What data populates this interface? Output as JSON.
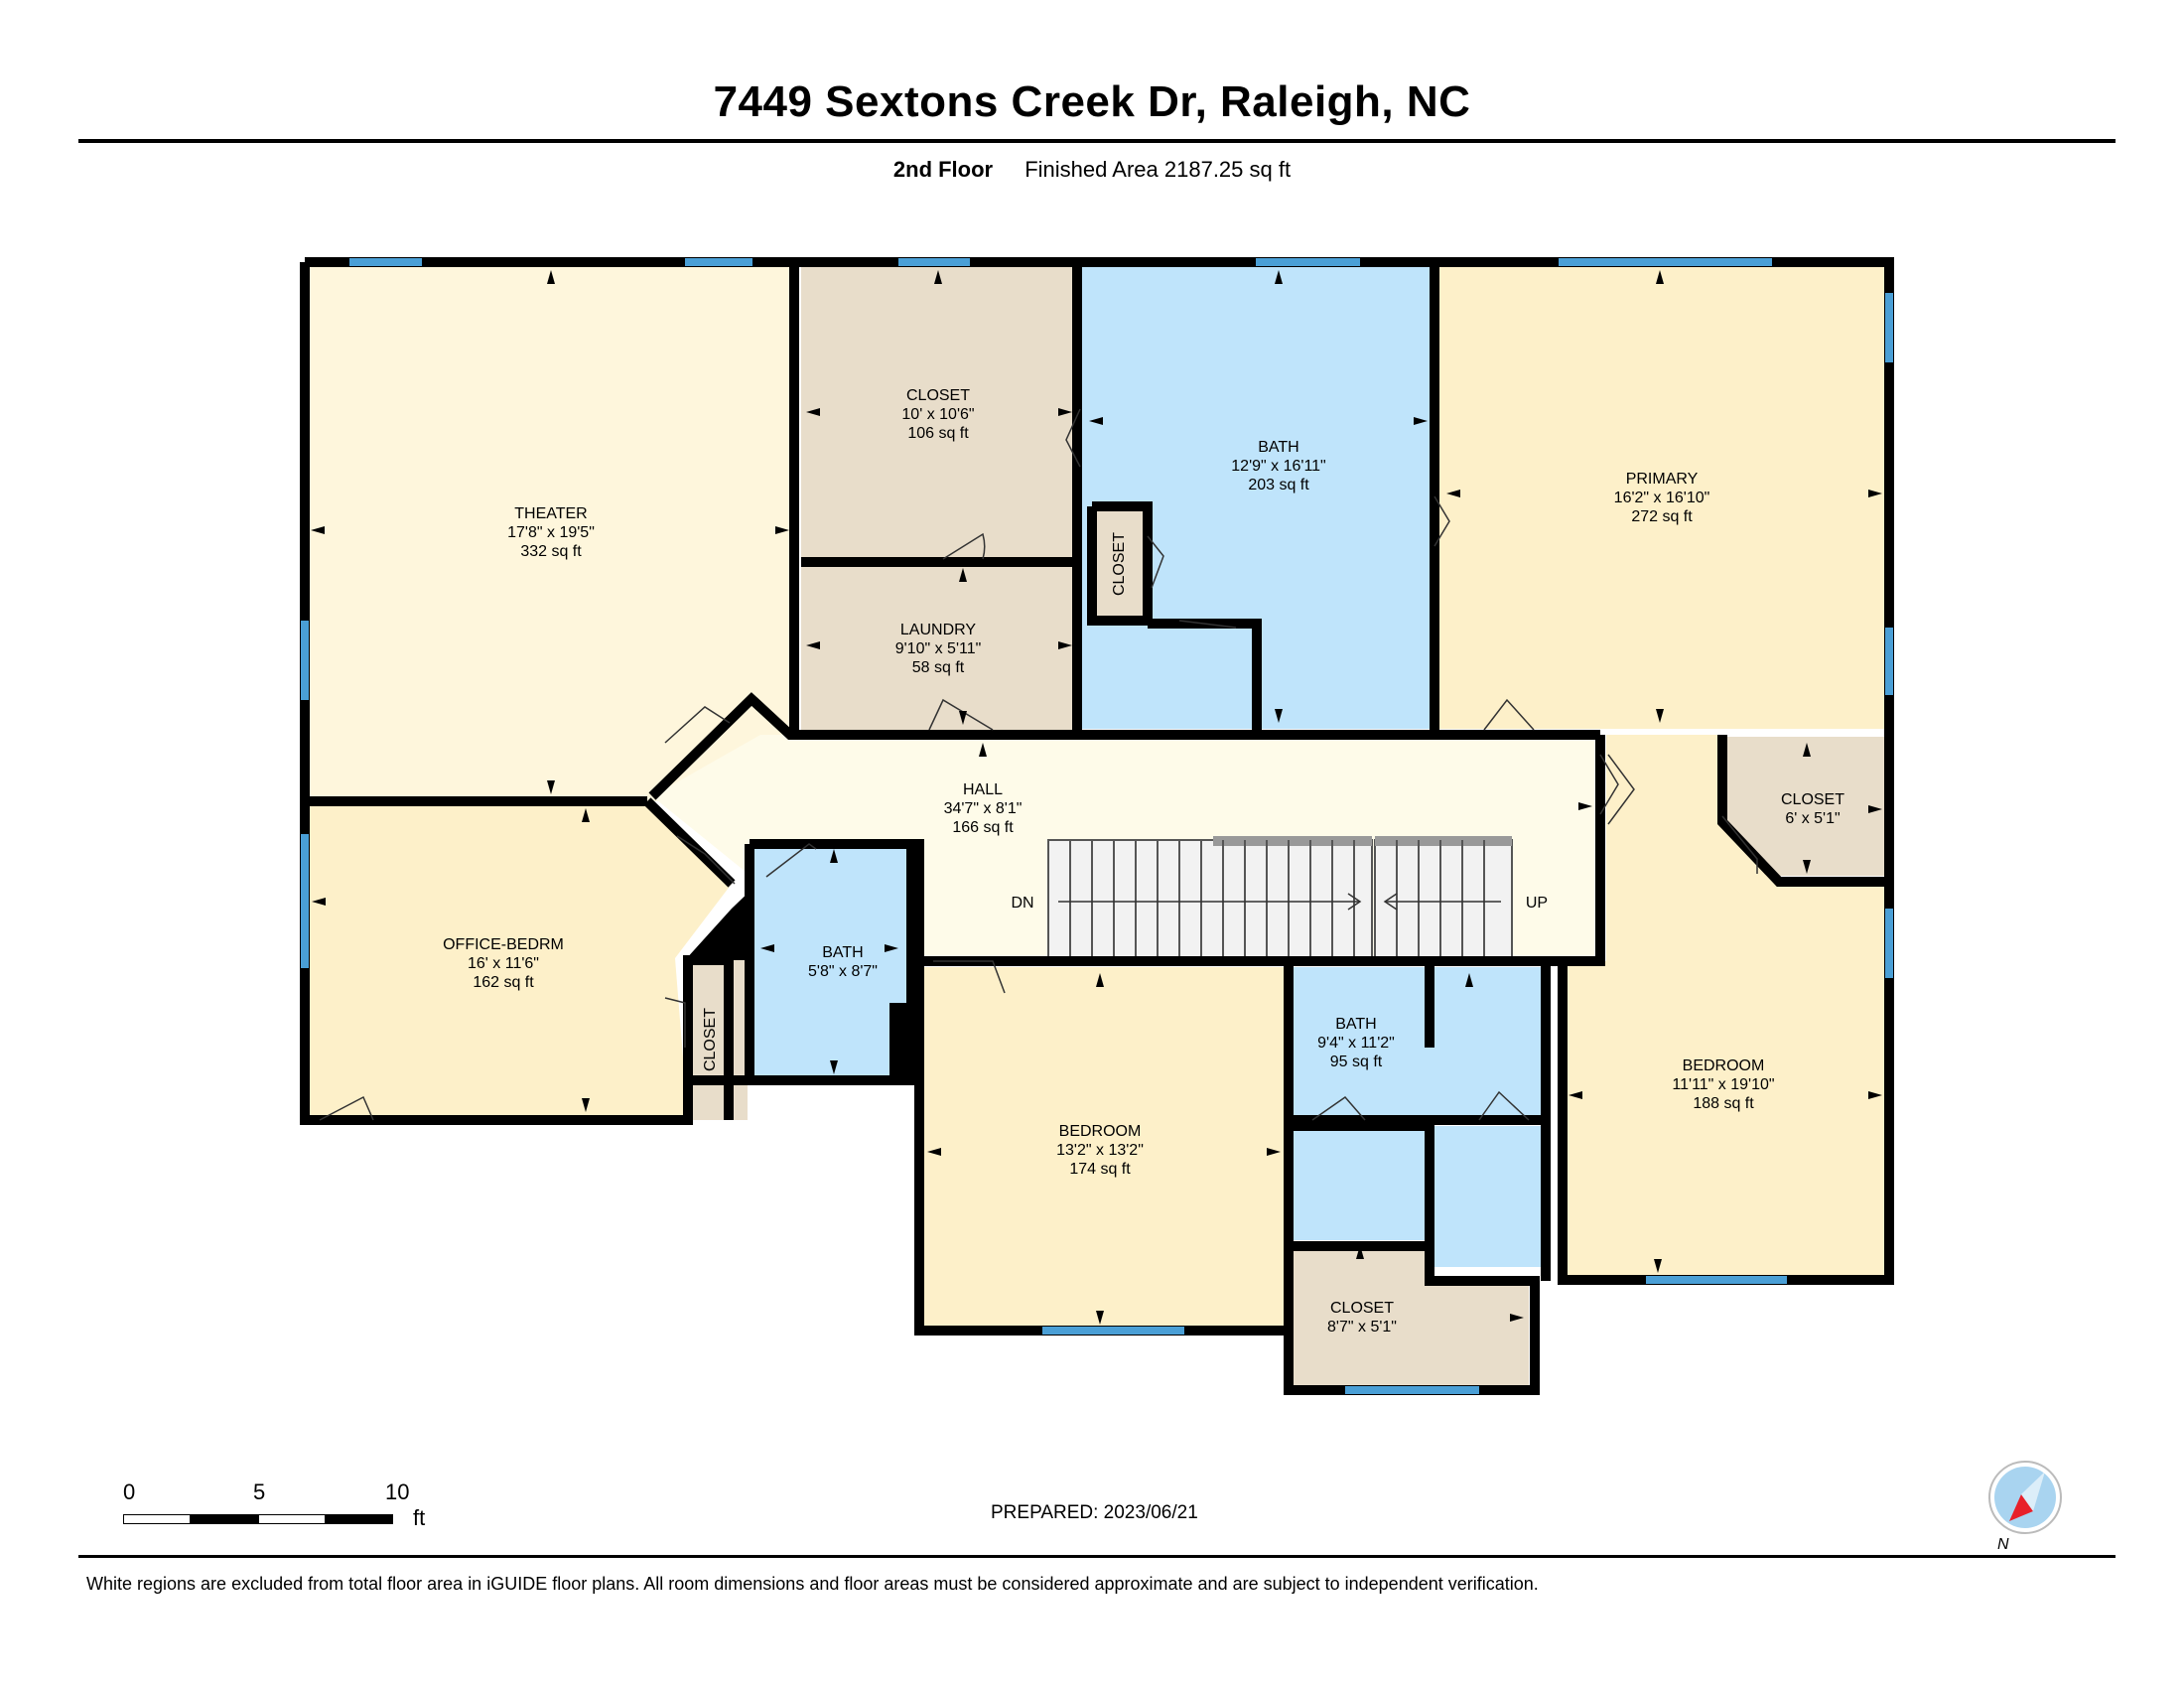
{
  "title": "7449 Sextons Creek Dr, Raleigh, NC",
  "floor": "2nd Floor",
  "finished_area": "Finished Area 2187.25 sq ft",
  "rooms": [
    {
      "name": "THEATER",
      "dims": "17'8\" x 19'5\"",
      "area": "332 sq ft"
    },
    {
      "name": "CLOSET",
      "dims": "10' x 10'6\"",
      "area": "106 sq ft"
    },
    {
      "name": "BATH",
      "dims": "12'9\" x 16'11\"",
      "area": "203 sq ft"
    },
    {
      "name": "PRIMARY",
      "dims": "16'2\" x 16'10\"",
      "area": "272 sq ft"
    },
    {
      "name": "LAUNDRY",
      "dims": "9'10\" x 5'11\"",
      "area": "58 sq ft"
    },
    {
      "name": "HALL",
      "dims": "34'7\" x 8'1\"",
      "area": "166 sq ft"
    },
    {
      "name": "CLOSET",
      "dims": "6' x 5'1\"",
      "area": ""
    },
    {
      "name": "OFFICE-BEDRM",
      "dims": "16' x 11'6\"",
      "area": "162 sq ft"
    },
    {
      "name": "BATH",
      "dims": "5'8\" x 8'7\"",
      "area": ""
    },
    {
      "name": "BATH",
      "dims": "9'4\" x 11'2\"",
      "area": "95 sq ft"
    },
    {
      "name": "BEDROOM",
      "dims": "11'11\" x 19'10\"",
      "area": "188 sq ft"
    },
    {
      "name": "BEDROOM",
      "dims": "13'2\" x 13'2\"",
      "area": "174 sq ft"
    },
    {
      "name": "CLOSET",
      "dims": "8'7\" x 5'1\"",
      "area": ""
    }
  ],
  "closet_tags": [
    "CLOSET",
    "CLOSET"
  ],
  "stairs": {
    "down": "DN",
    "up": "UP"
  },
  "scale": {
    "ticks": [
      "0",
      "5",
      "10"
    ],
    "unit": "ft"
  },
  "prepared": "PREPARED: 2023/06/21",
  "compass_label": "N",
  "footer": "White regions are excluded from total floor area in iGUIDE floor plans. All room dimensions and floor areas must be considered approximate and are subject to independent verification.",
  "colors": {
    "wall": "#000000",
    "window": "#4a9fd6",
    "living": "#fef6dc",
    "bedroom": "#fdf0c9",
    "hall": "#fefbe9",
    "bath": "#bfe4fb",
    "closet": "#e8ddca",
    "compass_arrow": "#e8202a",
    "compass_ring": "#a9d4f0"
  }
}
